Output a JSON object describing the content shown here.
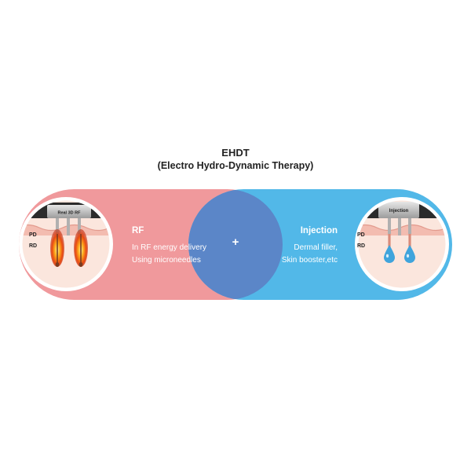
{
  "title": {
    "line1": "EHDT",
    "line2": "(Electro Hydro-Dynamic Therapy)"
  },
  "rf": {
    "device_label": "Real 3D RF",
    "layer_pd": "PD",
    "layer_rd": "RD",
    "heading": "RF",
    "desc_line1": "In RF energy delivery",
    "desc_line2": "Using microneedles",
    "color": "#f0999c"
  },
  "injection": {
    "device_label": "Injection",
    "layer_pd": "PD",
    "layer_rd": "RD",
    "heading": "Injection",
    "desc_line1": "Dermal filler,",
    "desc_line2": "Skin booster,etc",
    "color": "#52b8e8"
  },
  "plus_sign": "+",
  "overlap_color": "#5b86c8"
}
